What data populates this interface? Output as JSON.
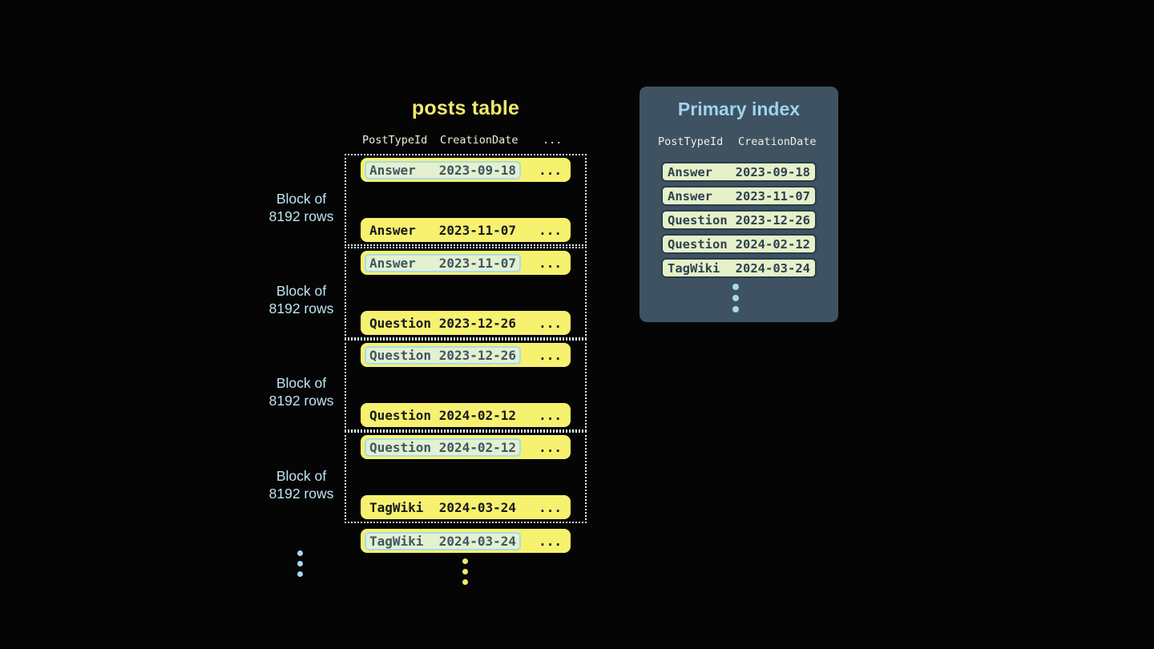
{
  "colors": {
    "background": "#050505",
    "row_yellow": "#f7f170",
    "row_text_dark": "#17191d",
    "highlight_fill": "#e4f0cf",
    "highlight_border": "#a6dcee",
    "highlight_text": "#3e5665",
    "block_border_dotted": "#d9eef8",
    "block_label_blue": "#bfe3f2",
    "title_yellow": "#efe96f",
    "header_text": "#efeedd",
    "panel_background": "#3e5262",
    "panel_title_blue": "#9fd4ec",
    "index_row_fill": "#e6f1c9",
    "index_row_border": "#2a3c4a",
    "index_row_text": "#2e4050",
    "yellow_dot": "#f2ea6a",
    "blue_dot": "#a5d9ee"
  },
  "posts_table": {
    "title": "posts table",
    "columns": {
      "col1": "PostTypeId",
      "col2": "CreationDate",
      "col3": "..."
    },
    "block_label": {
      "line1": "Block of",
      "line2": "8192 rows"
    },
    "row_ellipsis": "...",
    "blocks": [
      {
        "first_row": {
          "type": "Answer",
          "date": "2023-09-18"
        },
        "last_row": {
          "type": "Answer",
          "date": "2023-11-07"
        }
      },
      {
        "first_row": {
          "type": "Answer",
          "date": "2023-11-07"
        },
        "last_row": {
          "type": "Question",
          "date": "2023-12-26"
        }
      },
      {
        "first_row": {
          "type": "Question",
          "date": "2023-12-26"
        },
        "last_row": {
          "type": "Question",
          "date": "2024-02-12"
        }
      },
      {
        "first_row": {
          "type": "Question",
          "date": "2024-02-12"
        },
        "last_row": {
          "type": "TagWiki",
          "date": "2024-03-24"
        }
      }
    ],
    "overflow_row": {
      "type": "TagWiki",
      "date": "2024-03-24"
    }
  },
  "primary_index": {
    "title": "Primary index",
    "columns": {
      "col1": "PostTypeId",
      "col2": "CreationDate"
    },
    "rows": [
      {
        "type": "Answer",
        "date": "2023-09-18"
      },
      {
        "type": "Answer",
        "date": "2023-11-07"
      },
      {
        "type": "Question",
        "date": "2023-12-26"
      },
      {
        "type": "Question",
        "date": "2024-02-12"
      },
      {
        "type": "TagWiki",
        "date": "2024-03-24"
      }
    ]
  }
}
